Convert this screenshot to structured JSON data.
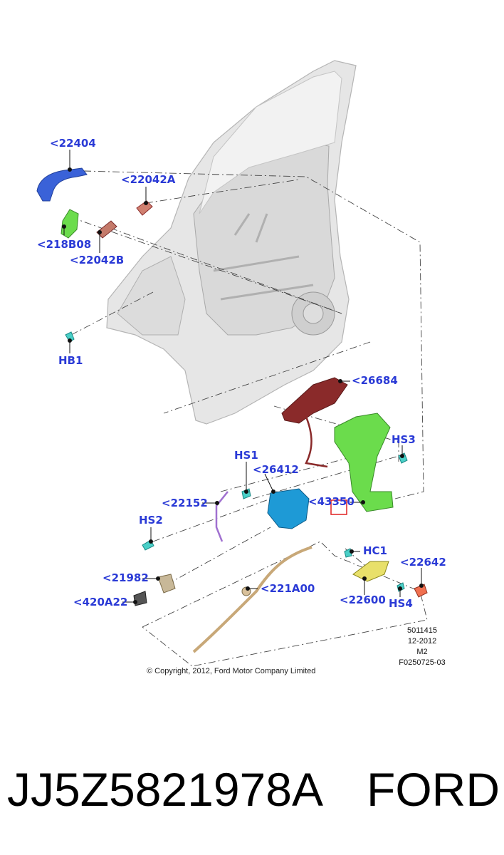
{
  "callouts": {
    "c22404": "<22404",
    "c22042A": "<22042A",
    "c218B08": "<218B08",
    "c22042B": "<22042B",
    "cHB1": "HB1",
    "c26684": "<26684",
    "cHS3": "HS3",
    "cHS1": "HS1",
    "c26412": "<26412",
    "c22152": "<22152",
    "c43350": "<43350",
    "cHS2": "HS2",
    "cHC1": "HC1",
    "c22642": "<22642",
    "c21982": "<21982",
    "c221A00": "<221A00",
    "c420A22": "<420A22",
    "c22600": "<22600",
    "cHS4": "HS4"
  },
  "drawing_info": {
    "line1": "5011415",
    "line2": "12-2012",
    "line3": "M2",
    "line4": "F0250725-03"
  },
  "copyright": "© Copyright, 2012, Ford Motor Company Limited",
  "part_number": "JJ5Z5821978A",
  "brand": "FORD",
  "colors": {
    "callout_text": "#2a3ad6",
    "door_panel": "#e4e4e4",
    "handle_blue": "#3a62d8",
    "bracket_green": "#6bdc4c",
    "harness_red": "#8a2a2a",
    "latch_cyan": "#1e9ad6",
    "cable_tan": "#c8a878",
    "bezel_yellow": "#e8e06a",
    "cap_orange": "#f07050",
    "highlight_box": "#e02020"
  }
}
